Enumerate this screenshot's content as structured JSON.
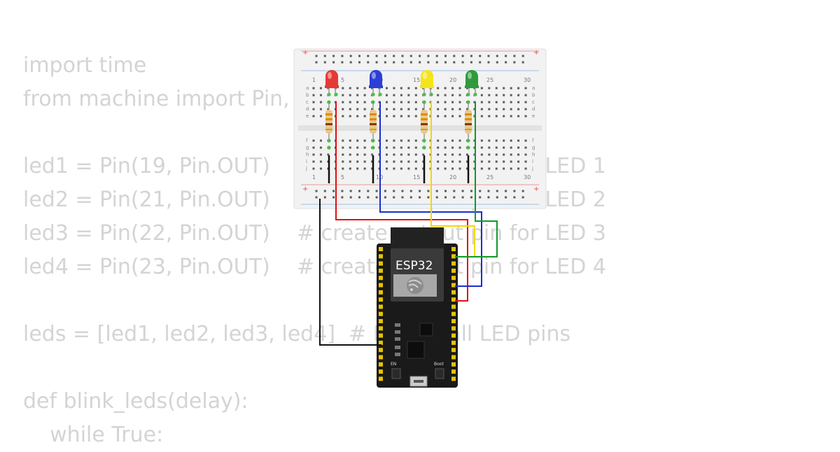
{
  "code_lines": [
    "import time",
    "from machine import Pin,",
    "",
    "led1 = Pin(19, Pin.OUT)    # create output pin for LED 1",
    "led2 = Pin(21, Pin.OUT)    # create output pin for LED 2",
    "led3 = Pin(22, Pin.OUT)    # create output pin for LED 3",
    "led4 = Pin(23, Pin.OUT)    # create output pin for LED 4",
    "",
    "leds = [led1, led2, led3, led4]  # Define all LED pins",
    "",
    "def blink_leds(delay):",
    "    while True:"
  ],
  "breadboard": {
    "column_numbers": [
      "1",
      "5",
      "10",
      "15",
      "20",
      "25",
      "30"
    ],
    "row_letters_top": [
      "a",
      "b",
      "c",
      "d",
      "e"
    ],
    "row_letters_bottom": [
      "f",
      "g",
      "h",
      "i",
      "j"
    ],
    "plus_sign": "+"
  },
  "leds": [
    {
      "name": "led-red",
      "color": "#e53935"
    },
    {
      "name": "led-blue",
      "color": "#2b3fd6"
    },
    {
      "name": "led-yellow",
      "color": "#f5e41a"
    },
    {
      "name": "led-green",
      "color": "#2e9c3a"
    }
  ],
  "wires": {
    "red": "#e01010",
    "blue": "#1a2fd0",
    "yellow": "#f2d900",
    "green": "#119a28",
    "black": "#111111"
  },
  "esp32": {
    "label": "ESP32",
    "boot_label": "Boot",
    "en_label": "EN"
  }
}
